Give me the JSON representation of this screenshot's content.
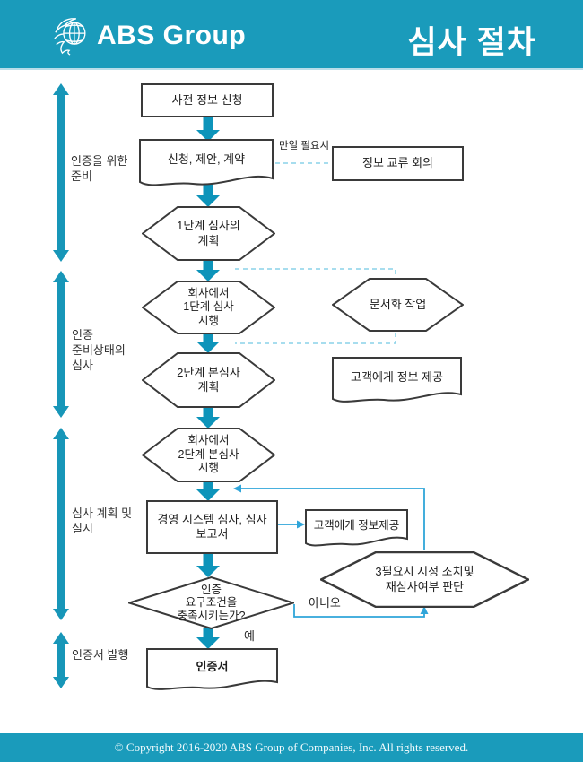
{
  "header": {
    "brand": "ABS Group",
    "title": "심사 절차"
  },
  "footer": {
    "copyright": "© Copyright 2016-2020 ABS Group of Companies, Inc. All rights reserved."
  },
  "colors": {
    "header_teal": "#1a9bbb",
    "thick_arrow": "#0d94ba",
    "thin_line": "#2fa5d9",
    "dashed_line": "#8ad2e8",
    "shape_border": "#3a3a3a"
  },
  "phases": [
    {
      "label": "인증을 위한\n준비"
    },
    {
      "label": "인증\n준비상태의\n심사"
    },
    {
      "label": "심사 계획 및\n실시"
    },
    {
      "label": "인증서 발행"
    }
  ],
  "nodes": {
    "pre_info": {
      "shape": "rect",
      "label": "사전 정보 신청"
    },
    "application": {
      "shape": "document",
      "label": "신청, 제안, 계약"
    },
    "info_meeting": {
      "shape": "rect",
      "label": "정보 교류 회의"
    },
    "stage1_plan": {
      "shape": "hexagon",
      "label": "1단계 심사의\n계획"
    },
    "stage1_exec": {
      "shape": "hexagon",
      "label": "회사에서\n1단계 심사\n시행"
    },
    "documentation": {
      "shape": "hexagon",
      "label": "문서화 작업"
    },
    "stage2_plan": {
      "shape": "hexagon",
      "label": "2단계 본심사\n계획"
    },
    "customer_info1": {
      "shape": "document",
      "label": "고객에게 정보 제공"
    },
    "stage2_exec": {
      "shape": "hexagon",
      "label": "회사에서\n2단계 본심사\n시행"
    },
    "audit_report": {
      "shape": "rect",
      "label": "경영 시스템 심사, 심사\n보고서"
    },
    "customer_info2": {
      "shape": "document",
      "label": "고객에게 정보제공"
    },
    "corrective": {
      "shape": "hexagon",
      "label": "3필요시 시정 조치및\n재심사여부 판단"
    },
    "decision": {
      "shape": "diamond",
      "label": "인증\n요구조건을\n충족시키는가?"
    },
    "certificate": {
      "shape": "document",
      "label": "인증서"
    }
  },
  "annotations": {
    "if_needed": "만일 필요시",
    "no": "아니오",
    "yes": "예"
  }
}
